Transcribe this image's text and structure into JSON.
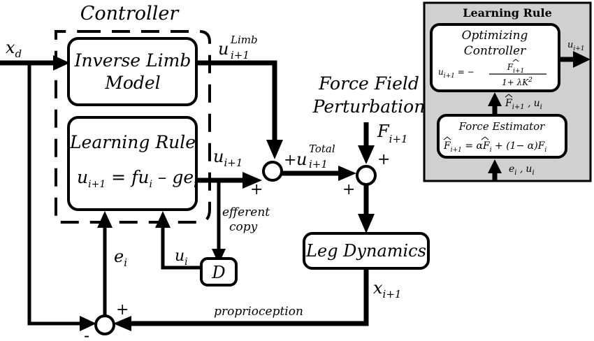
{
  "controller_title": "Controller",
  "inputs": {
    "xd_base": "x",
    "xd_sub": "d"
  },
  "inverse_limb": {
    "line1": "Inverse Limb",
    "line2": "Model"
  },
  "learning_rule_main": {
    "title": "Learning Rule",
    "eq_u": "u",
    "eq_u_sub": "i+1",
    "eq_rest": " = fu",
    "eq_i1": "i",
    "eq_mid": " – ge",
    "eq_i2": "i"
  },
  "signals": {
    "u_base": "u",
    "u_limb_sup": "Limb",
    "u_limb_sub": "i+1",
    "u_total_sup": "Total",
    "u_total_sub": "i+1",
    "u_next_sub": "i+1",
    "ui_sub": "i",
    "ei_base": "e",
    "ei_sub": "i",
    "x_next_base": "x",
    "x_next_sub": "i+1",
    "F_base": "F",
    "F_sub": "i+1",
    "efferent1": "efferent",
    "efferent2": "copy",
    "proprioception": "proprioception",
    "plus": "+",
    "minus": "-"
  },
  "force_field": {
    "line1": "Force Field",
    "line2": "Perturbation"
  },
  "delay_block": "D",
  "leg_dynamics": "Leg Dynamics",
  "inset": {
    "title": "Learning Rule",
    "opt_line1": "Optimizing",
    "opt_line2": "Controller",
    "opt_eq_lhs": "u",
    "opt_eq_lhs_sub": "i+1",
    "opt_eq_eq": " = −",
    "opt_num": "F",
    "opt_num_sub": "i+1",
    "opt_den": "1+ λK",
    "opt_den_sup": "2",
    "out_u": "u",
    "out_sub": "i+1",
    "mid_F": "F",
    "mid_F_sub": "i+1",
    "mid_sep": " ,",
    "mid_u": "u",
    "mid_u_sub": "i",
    "est_title": "Force Estimator",
    "est_lhs": "F",
    "est_lhs_sub": "i+1",
    "est_eq": " = α",
    "est_F": "F",
    "est_F_sub": "i",
    "est_mid": " + (1− α)F",
    "est_end_sub": "i",
    "in_e": "e",
    "in_e_sub": "i",
    "in_sep": " ,",
    "in_u": "u",
    "in_u_sub": "i"
  },
  "colors": {
    "inset_background": "#d0d0d0",
    "line": "#000000"
  }
}
